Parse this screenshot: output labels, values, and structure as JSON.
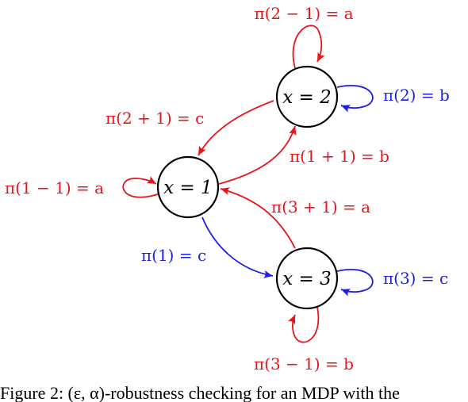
{
  "nodes": {
    "n1": {
      "label": "x = 1"
    },
    "n2": {
      "label": "x = 2"
    },
    "n3": {
      "label": "x = 3"
    }
  },
  "edges": {
    "self2": {
      "label": "π(2 − 1) = a"
    },
    "loop2": {
      "label": "π(2) = b"
    },
    "e2to1": {
      "label": "π(2 + 1) = c"
    },
    "e1to2": {
      "label": "π(1 + 1) = b"
    },
    "self1": {
      "label": "π(1 − 1) = a"
    },
    "e3to1": {
      "label": "π(3 + 1) = a"
    },
    "e1to3": {
      "label": "π(1) = c"
    },
    "loop3": {
      "label": "π(3) = c"
    },
    "self3": {
      "label": "π(3 − 1) = b"
    }
  },
  "caption": "Figure 2: (ε, α)-robustness checking for an MDP with the",
  "colors": {
    "red": "#e8141c",
    "blue": "#1e1ee6"
  }
}
